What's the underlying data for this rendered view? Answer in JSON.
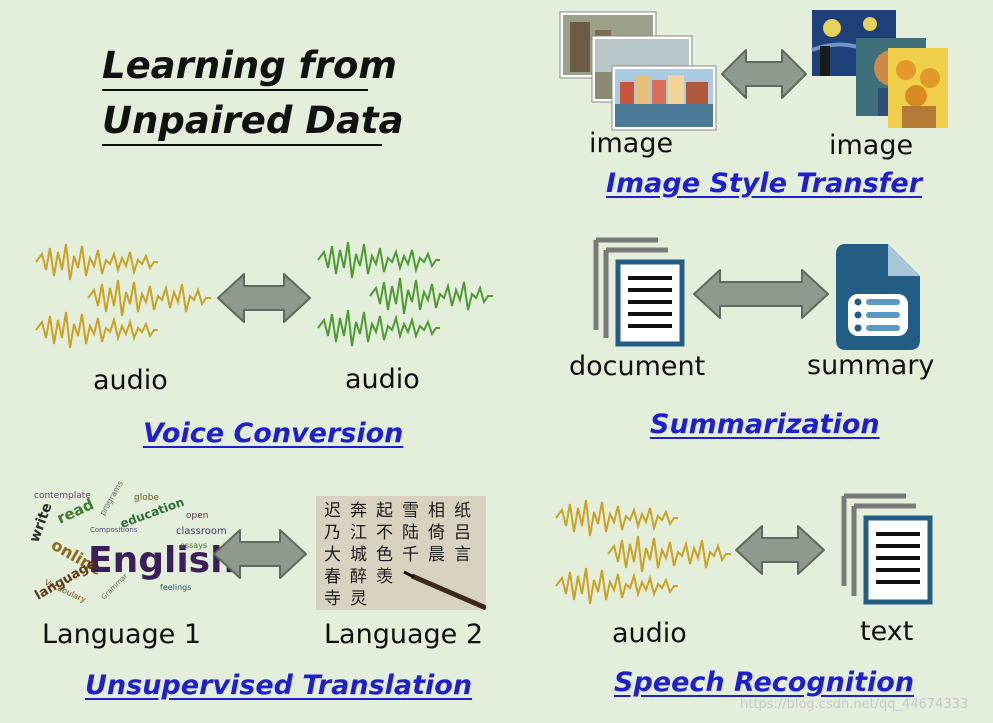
{
  "title": {
    "line1": "Learning from",
    "line2": "Unpaired Data"
  },
  "panels": {
    "image_style": {
      "left_caption": "image",
      "right_caption": "image",
      "task": "Image Style Transfer"
    },
    "voice": {
      "left_caption": "audio",
      "right_caption": "audio",
      "task": "Voice Conversion"
    },
    "summarization": {
      "left_caption": "document",
      "right_caption": "summary",
      "task": "Summarization"
    },
    "translation": {
      "left_caption": "Language 1",
      "right_caption": "Language 2",
      "task": "Unsupervised Translation"
    },
    "speech": {
      "left_caption": "audio",
      "right_caption": "text",
      "task": "Speech Recognition"
    }
  },
  "word_cloud": [
    "contemplate",
    "write",
    "read",
    "online",
    "English",
    "language",
    "education",
    "classroom",
    "globe",
    "programs",
    "Vocabulary",
    "Grammar",
    "open",
    "essays",
    "Compositions",
    "feelings"
  ],
  "calligraphy": [
    "迟",
    "乃",
    "大",
    "春",
    "奔",
    "江",
    "城",
    "醉",
    "起",
    "不",
    "色",
    "羡",
    "雪",
    "陆",
    "千",
    "相",
    "倚",
    "晨",
    "纸",
    "吕",
    "言",
    "寺",
    "灵"
  ],
  "watermark": "https://blog.csdn.net/qq_44674333",
  "colors": {
    "background": "#e3eedb",
    "link": "#1f1fd0",
    "arrow_fill": "#8f9a8e",
    "arrow_stroke": "#5f6a60",
    "audio_gold": "#c9a227",
    "audio_green": "#4f9a35",
    "doc_blue": "#235d84",
    "doc_gray": "#7a7a7a"
  },
  "icons": [
    "double-arrow-icon",
    "document-icon",
    "summary-icon",
    "text-icon",
    "audio-waveform-icon"
  ]
}
